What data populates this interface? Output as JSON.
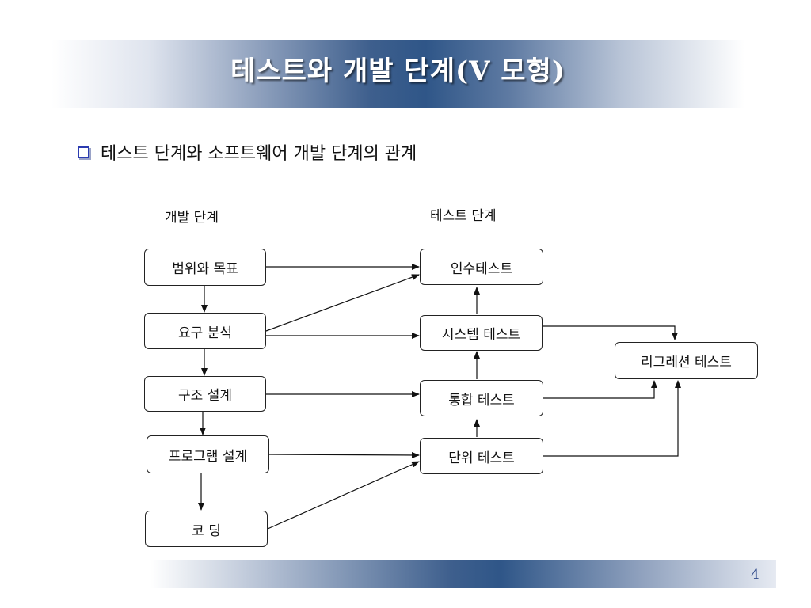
{
  "title": "테스트와 개발 단계(V  모형)",
  "bullet": "테스트 단계와 소프트웨어 개발 단계의 관계",
  "columns": {
    "dev": "개발 단계",
    "test": "테스트 단계"
  },
  "dev_stages": [
    "범위와 목표",
    "요구 분석",
    "구조 설계",
    "프로그램 설계",
    "코 딩"
  ],
  "test_stages": [
    "인수테스트",
    "시스템 테스트",
    "통합 테스트",
    "단위 테스트"
  ],
  "regression": "리그레션 테스트",
  "page_number": "4"
}
